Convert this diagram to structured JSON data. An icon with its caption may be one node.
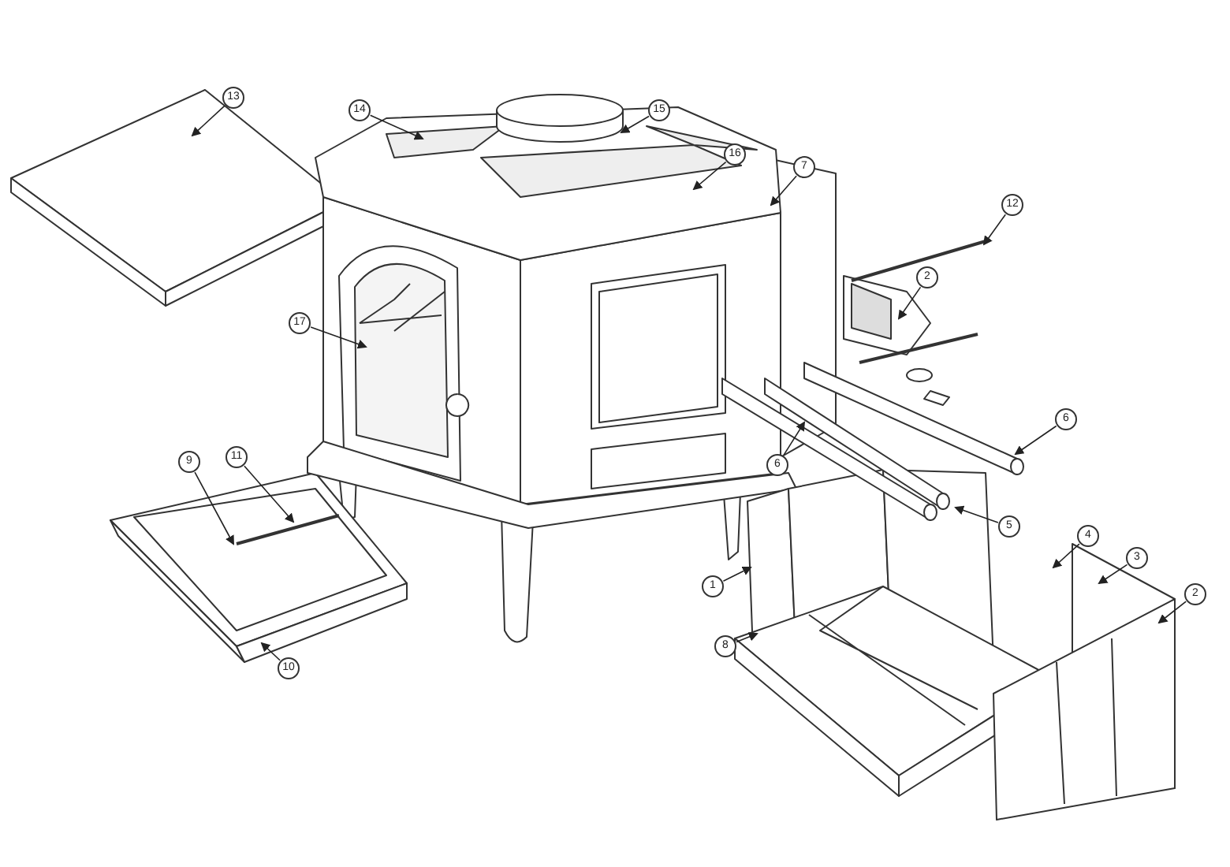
{
  "diagram": {
    "nodes": [
      {
        "text": [
          "13"
        ]
      },
      {
        "text": [
          "14"
        ]
      },
      {
        "text": [
          "15"
        ]
      },
      {
        "text": [
          "16"
        ]
      },
      {
        "text": [
          "7"
        ]
      },
      {
        "text": [
          "12"
        ]
      },
      {
        "text": [
          "2"
        ]
      },
      {
        "text": [
          "6"
        ]
      },
      {
        "text": [
          "6"
        ]
      },
      {
        "text": [
          "5"
        ]
      },
      {
        "text": [
          "4"
        ]
      },
      {
        "text": [
          "3"
        ]
      },
      {
        "text": [
          "2"
        ]
      },
      {
        "text": [
          "1"
        ]
      },
      {
        "text": [
          "8"
        ]
      },
      {
        "text": [
          "9"
        ]
      },
      {
        "text": [
          "11"
        ]
      },
      {
        "text": [
          "10"
        ]
      },
      {
        "text": [
          "17"
        ]
      }
    ],
    "edges": [
      {
        "from": 0,
        "to": null,
        "arrow": "to"
      },
      {
        "from": 1,
        "to": null,
        "arrow": "to"
      },
      {
        "from": 2,
        "to": null,
        "arrow": "to"
      },
      {
        "from": 3,
        "to": null,
        "arrow": "to"
      },
      {
        "from": 4,
        "to": null,
        "arrow": "to"
      },
      {
        "from": 5,
        "to": null,
        "arrow": "to"
      },
      {
        "from": 6,
        "to": null,
        "arrow": "to"
      },
      {
        "from": 7,
        "to": null,
        "arrow": "to"
      },
      {
        "from": 8,
        "to": null,
        "arrow": "to"
      },
      {
        "from": 9,
        "to": null,
        "arrow": "to"
      },
      {
        "from": 10,
        "to": null,
        "arrow": "to"
      },
      {
        "from": 11,
        "to": null,
        "arrow": "to"
      },
      {
        "from": 12,
        "to": null,
        "arrow": "to"
      },
      {
        "from": 13,
        "to": null,
        "arrow": "to"
      },
      {
        "from": 14,
        "to": null,
        "arrow": "to"
      },
      {
        "from": 15,
        "to": null,
        "arrow": "to"
      },
      {
        "from": 16,
        "to": null,
        "arrow": "to"
      },
      {
        "from": 17,
        "to": null,
        "arrow": "to"
      },
      {
        "from": 18,
        "to": null,
        "arrow": "to"
      }
    ]
  }
}
